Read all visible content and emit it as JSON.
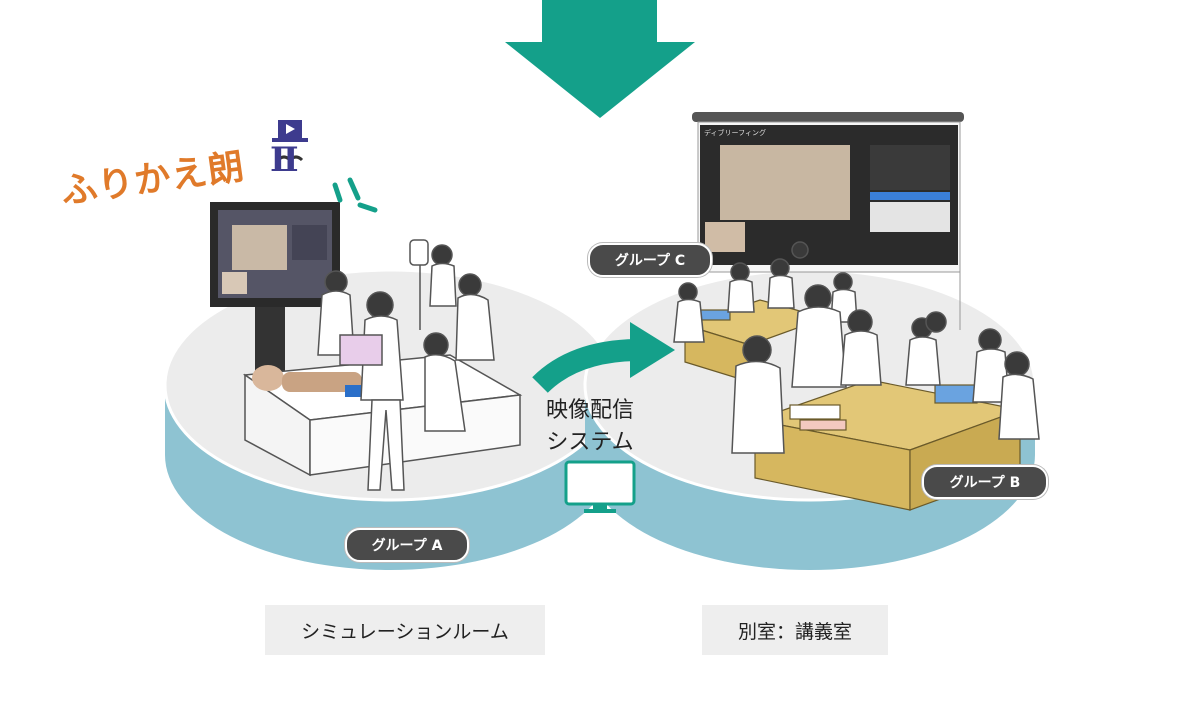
{
  "labels": {
    "group_a": "グループ A",
    "group_b": "グループ B",
    "group_c": "グループ C",
    "system_line1": "映像配信",
    "system_line2": "システム",
    "room_left": "シミュレーションルーム",
    "room_right": "別室：講義室",
    "brand": "ふりかえ朗",
    "brand_suffix": "Ⅱ",
    "screen_title": "ディブリーフィング"
  },
  "colors": {
    "teal": "#14a08a",
    "platform_side": "#8ec3d2",
    "platform_top": "#ececec",
    "desk": "#d6b75f",
    "pill": "#4a4a4a",
    "brand_orange": "#e07a2a",
    "brand_navy": "#3d3b8e"
  },
  "icons": {
    "down_arrow": "down-arrow-icon",
    "flow_arrow": "curved-arrow-icon",
    "monitor": "monitor-icon"
  }
}
